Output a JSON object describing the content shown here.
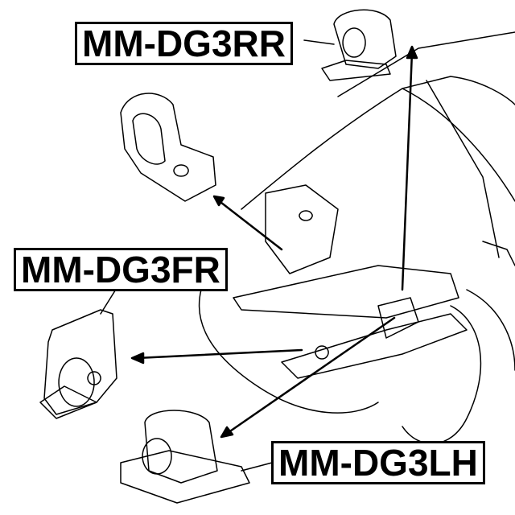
{
  "labels": {
    "rear": "MM-DG3RR",
    "front": "MM-DG3FR",
    "left": "MM-DG3LH"
  },
  "colors": {
    "line": "#000000",
    "background": "#ffffff"
  }
}
